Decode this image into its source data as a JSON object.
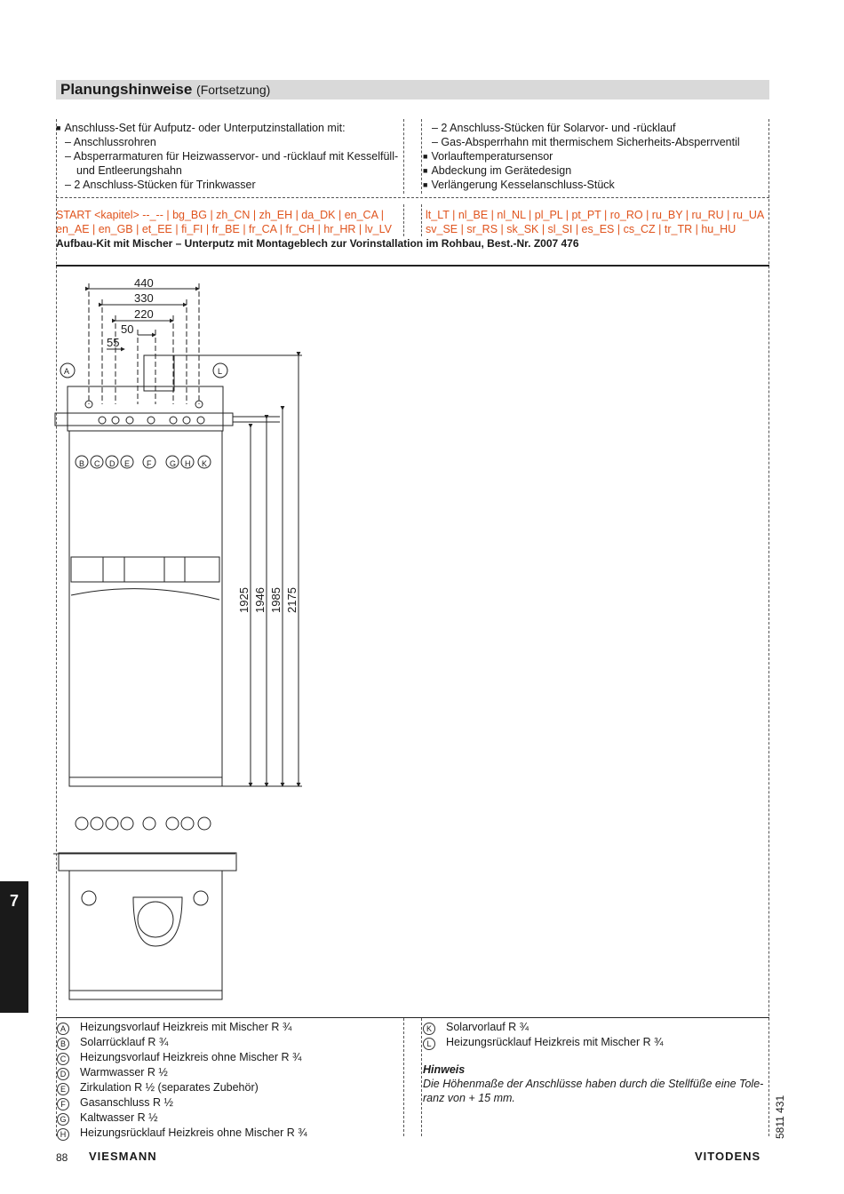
{
  "header": {
    "title": "Planungshinweise",
    "subtitle": "(Fortsetzung)"
  },
  "intro_left": [
    {
      "type": "bullet",
      "text": "Anschluss-Set für Aufputz- oder Unterputzinstallation mit:"
    },
    {
      "type": "dash",
      "text": "– Anschlussrohren"
    },
    {
      "type": "dash",
      "text": "– Absperrarmaturen für Heizwasservor- und -rücklauf mit Kesselfüll-"
    },
    {
      "type": "cont",
      "text": "und Entleerungshahn"
    },
    {
      "type": "dash",
      "text": "– 2 Anschluss-Stücken für Trinkwasser"
    }
  ],
  "intro_right": [
    {
      "type": "dash",
      "text": "– 2 Anschluss-Stücken für Solarvor- und -rücklauf"
    },
    {
      "type": "dash",
      "text": "– Gas-Absperrhahn mit thermischem Sicherheits-Absperrventil"
    },
    {
      "type": "bullet",
      "text": "Vorlauftemperatursensor"
    },
    {
      "type": "bullet",
      "text": "Abdeckung im Gerätedesign"
    },
    {
      "type": "bullet",
      "text": "Verlängerung Kesselanschluss-Stück"
    }
  ],
  "lang_left": [
    "START <kapitel> --_-- | bg_BG | zh_CN | zh_EH | da_DK | en_CA |",
    "en_AE | en_GB | et_EE | fi_FI | fr_BE | fr_CA | fr_CH | hr_HR | lv_LV"
  ],
  "lang_right": [
    "lt_LT | nl_BE | nl_NL | pl_PL | pt_PT | ro_RO | ru_BY | ru_RU | ru_UA",
    "sv_SE | sr_RS | sk_SK | sl_SI | es_ES | cs_CZ | tr_TR | hu_HU"
  ],
  "section_title": "Aufbau-Kit mit Mischer – Unterputz mit Montageblech zur Vorinstallation im Rohbau, Best.-Nr. Z007 476",
  "drawing": {
    "width_dims": [
      "440",
      "330",
      "220",
      "50",
      "55"
    ],
    "height_dims": [
      "1925",
      "1946",
      "1985",
      "2175"
    ],
    "callouts_top": [
      "B",
      "C",
      "D",
      "E",
      "F",
      "G",
      "H",
      "K"
    ],
    "callouts_side": [
      "A",
      "L"
    ]
  },
  "legend_left": [
    {
      "key": "A",
      "text": "Heizungsvorlauf Heizkreis mit Mischer R ¾"
    },
    {
      "key": "B",
      "text": "Solarrücklauf R ¾"
    },
    {
      "key": "C",
      "text": "Heizungsvorlauf Heizkreis ohne Mischer R ¾"
    },
    {
      "key": "D",
      "text": "Warmwasser R ½"
    },
    {
      "key": "E",
      "text": "Zirkulation R ½ (separates Zubehör)"
    },
    {
      "key": "F",
      "text": "Gasanschluss R ½"
    },
    {
      "key": "G",
      "text": "Kaltwasser R ½"
    },
    {
      "key": "H",
      "text": "Heizungsrücklauf Heizkreis ohne Mischer R ¾"
    }
  ],
  "legend_right": [
    {
      "key": "K",
      "text": "Solarvorlauf R ¾"
    },
    {
      "key": "L",
      "text": "Heizungsrücklauf Heizkreis mit Mischer R ¾"
    }
  ],
  "note": {
    "title": "Hinweis",
    "line1": "Die Höhenmaße der Anschlüsse haben durch die Stellfüße eine Tole-",
    "line2": "ranz von + 15 mm."
  },
  "doc_number": "5811 431",
  "chapter": "7",
  "footer": {
    "page": "88",
    "brand_left": "VIESMANN",
    "brand_right": "VITODENS"
  }
}
